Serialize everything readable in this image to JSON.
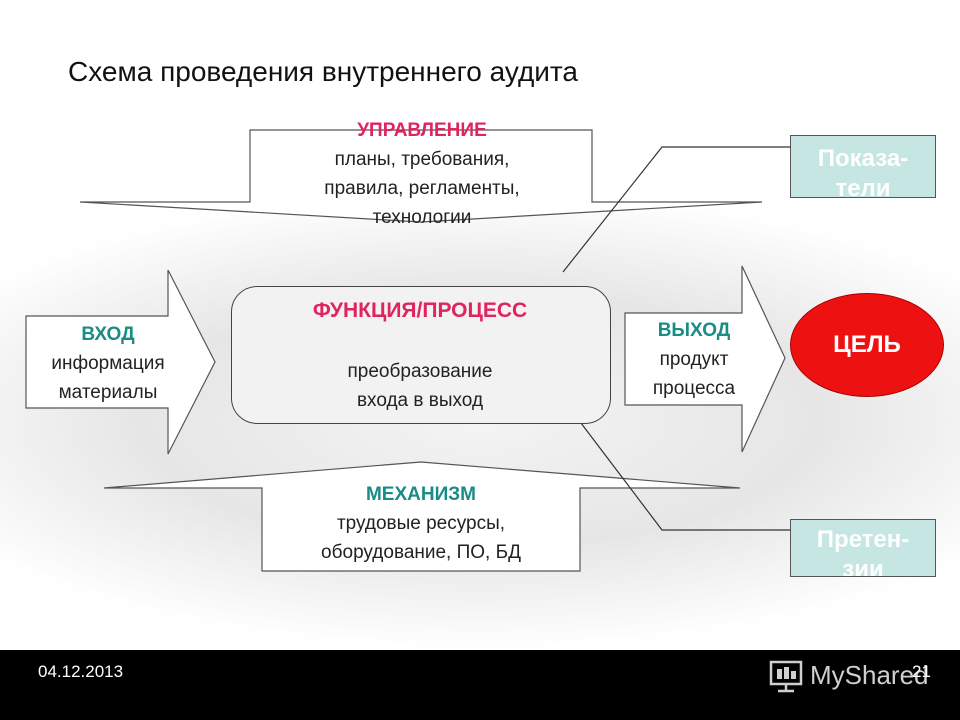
{
  "title": "Схема проведения внутреннего аудита",
  "control": {
    "heading": "УПРАВЛЕНИЕ",
    "lines": [
      "планы, требования,",
      "правила, регламенты,",
      "технологии"
    ]
  },
  "input": {
    "heading": "ВХОД",
    "lines": [
      "информация",
      "материалы"
    ]
  },
  "process": {
    "heading": "ФУНКЦИЯ/ПРОЦЕСС",
    "lines": [
      "преобразование",
      "входа в выход"
    ]
  },
  "output": {
    "heading": "ВЫХОД",
    "lines": [
      "продукт",
      "процесса"
    ]
  },
  "goal": "ЦЕЛЬ",
  "indicators": {
    "lines": [
      "Показа-",
      "тели"
    ]
  },
  "claims": {
    "lines": [
      "Претен-",
      "зии"
    ]
  },
  "mechanism": {
    "heading": "МЕХАНИЗМ",
    "lines": [
      "трудовые ресурсы,",
      "оборудование, ПО, БД"
    ]
  },
  "footer": {
    "date": "04.12.2013",
    "page": "21",
    "logo": "MyShared"
  },
  "colors": {
    "heading_red": "#e0245e",
    "heading_teal": "#1a8c86",
    "goal_fill": "#ee1111",
    "badge_fill": "#c5e6e2"
  }
}
